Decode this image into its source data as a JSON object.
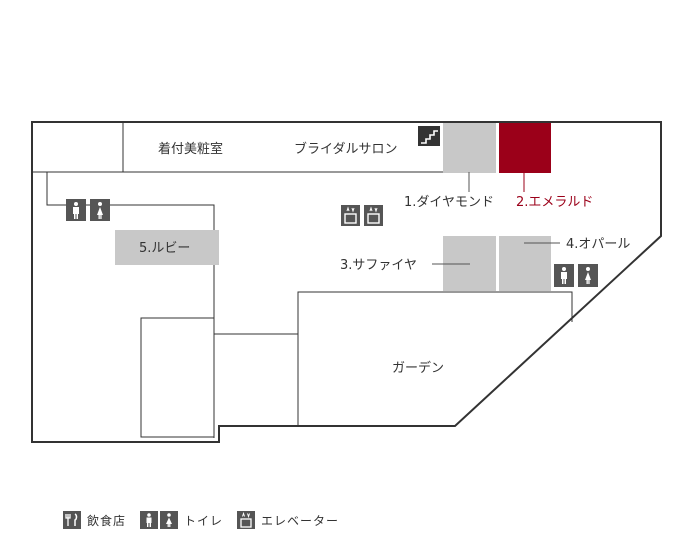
{
  "colors": {
    "outline": "#333333",
    "room_gray": "#c8c8c8",
    "accent": "#9b0019",
    "icon_bg": "#555555"
  },
  "rooms": {
    "kitsuke": "着付美粧室",
    "bridal_salon": "ブライダルサロン",
    "diamond": "1.ダイヤモンド",
    "emerald": "2.エメラルド",
    "sapphire": "3.サファイヤ",
    "opal": "4.オパール",
    "ruby": "5.ルビー",
    "garden": "ガーデン"
  },
  "icons": {
    "stairs": "stairs-icon",
    "elevator": "elevator-icon",
    "restroom": "restroom-icon",
    "restaurant": "restaurant-icon"
  },
  "legend": {
    "restaurant": "飲食店",
    "restroom": "トイレ",
    "elevator": "エレベーター"
  }
}
